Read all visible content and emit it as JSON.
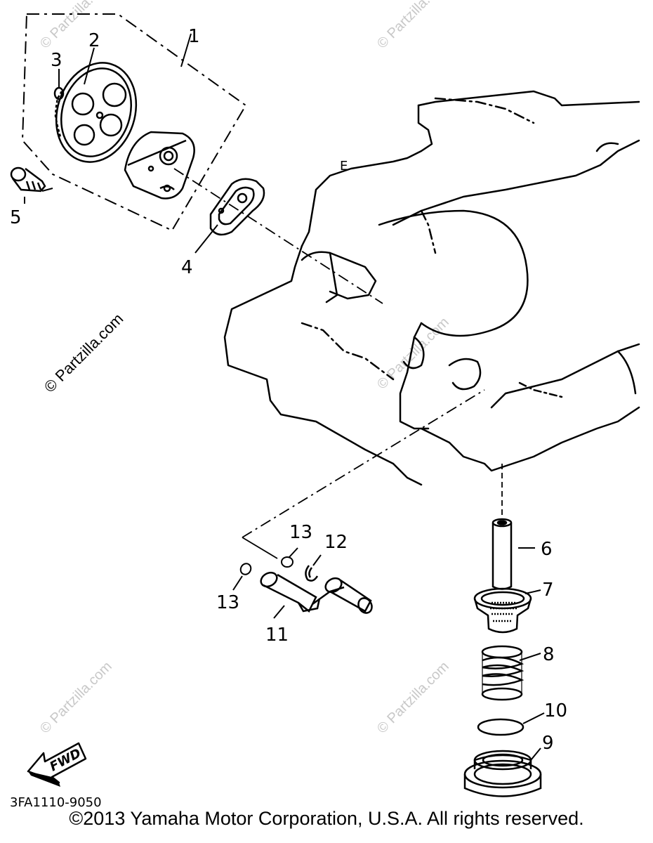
{
  "watermark": "© Partzilla.com",
  "parts": [
    {
      "label": "1"
    },
    {
      "label": "2"
    },
    {
      "label": "3"
    },
    {
      "label": "4"
    },
    {
      "label": "5"
    },
    {
      "label": "6"
    },
    {
      "label": "7"
    },
    {
      "label": "8"
    },
    {
      "label": "9"
    },
    {
      "label": "10"
    },
    {
      "label": "11"
    },
    {
      "label": "12"
    },
    {
      "label": "13"
    },
    {
      "label": "13"
    }
  ],
  "crankcase_mark": "E",
  "fwd_label": "FWD",
  "diagram_code": "3FA1110-9050",
  "copyright": "©2013 Yamaha Motor Corporation, U.S.A. All rights reserved."
}
